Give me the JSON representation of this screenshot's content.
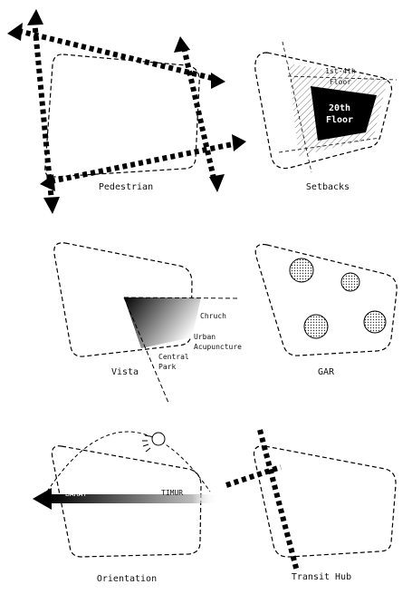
{
  "panels": {
    "pedestrian": {
      "caption": "Pedestrian"
    },
    "setbacks": {
      "caption": "Setbacks",
      "lower_floors_line1": "1st-4th",
      "lower_floors_line2": "Floor",
      "top_floor_line1": "20th",
      "top_floor_line2": "Floor"
    },
    "vista": {
      "caption": "Vista",
      "church": "Chruch",
      "urban_line1": "Urban",
      "urban_line2": "Acupuncture",
      "park_line1": "Central",
      "park_line2": "Park"
    },
    "gar": {
      "caption": "GAR"
    },
    "orientation": {
      "caption": "Orientation",
      "west": "BARAT",
      "east": "TIMUR"
    },
    "transit": {
      "caption": "Transit Hub"
    }
  },
  "colors": {
    "ink": "#000000",
    "paper": "#ffffff"
  },
  "icons": [
    "arrow-icon",
    "sun-icon"
  ]
}
